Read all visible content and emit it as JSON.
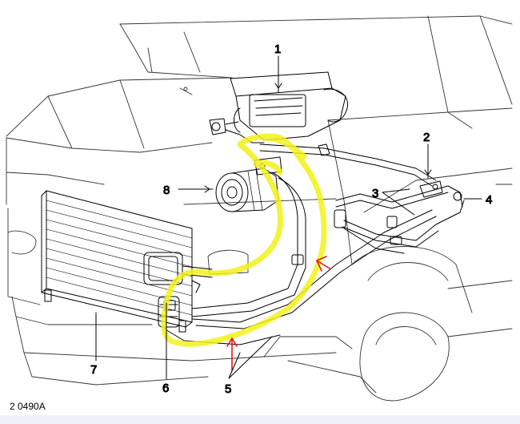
{
  "figure_reference": "2 0490A",
  "callouts": [
    {
      "id": "callout-1",
      "text": "1"
    },
    {
      "id": "callout-2",
      "text": "2"
    },
    {
      "id": "callout-3",
      "text": "3"
    },
    {
      "id": "callout-4",
      "text": "4"
    },
    {
      "id": "callout-5",
      "text": "5"
    },
    {
      "id": "callout-6",
      "text": "6"
    },
    {
      "id": "callout-7",
      "text": "7"
    },
    {
      "id": "callout-8",
      "text": "8"
    }
  ],
  "colors": {
    "line_art": "#000000",
    "highlight": "#f2f21a",
    "arrow": "#e8181e",
    "band": "#eef2f8"
  }
}
